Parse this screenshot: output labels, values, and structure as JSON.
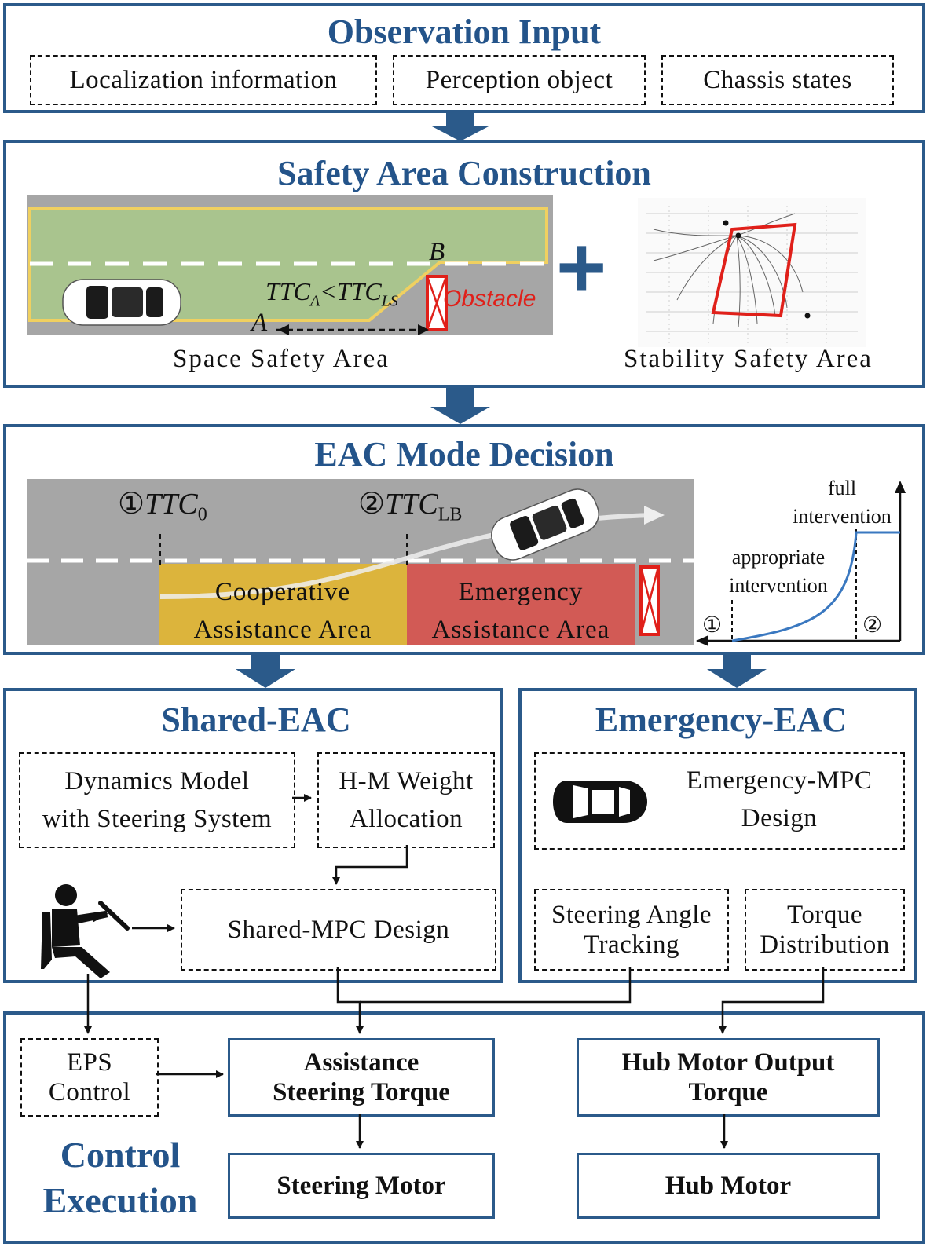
{
  "observation": {
    "title": "Observation Input",
    "inputs": [
      "Localization information",
      "Perception object",
      "Chassis states"
    ]
  },
  "safety": {
    "title": "Safety Area Construction",
    "point_a": "A",
    "point_b": "B",
    "ttc_condition": {
      "base": "TTC",
      "sub_a": "A",
      "op": "<",
      "base2": "TTC",
      "sub_ls": "LS"
    },
    "obstacle_label": "Obstacle",
    "space_label": "Space Safety Area",
    "plus": "+",
    "stability_label": "Stability Safety Area"
  },
  "mode": {
    "title": "EAC Mode Decision",
    "ttc0": {
      "num": "①",
      "base": "TTC",
      "sub": "0"
    },
    "ttclb": {
      "num": "②",
      "base": "TTC",
      "sub": "LB"
    },
    "cooperative": "Cooperative\nAssistance Area",
    "emergency": "Emergency\nAssistance Area",
    "curve": {
      "full": "full\nintervention",
      "appropriate": "appropriate\nintervention",
      "m1": "①",
      "m2": "②"
    }
  },
  "shared": {
    "title": "Shared-EAC",
    "dynamics": "Dynamics Model\nwith Steering System",
    "hm": "H-M Weight\nAllocation",
    "mpc": "Shared-MPC Design"
  },
  "emergency_eac": {
    "title": "Emergency-EAC",
    "mpc": "Emergency-MPC\nDesign",
    "steering": "Steering Angle\nTracking",
    "torque": "Torque\nDistribution"
  },
  "control": {
    "title": "Control\nExecution",
    "eps": "EPS\nControl",
    "assist": "Assistance\nSteering Torque",
    "steer_motor": "Steering Motor",
    "hub_out": "Hub Motor Output\nTorque",
    "hub_motor": "Hub Motor"
  },
  "colors": {
    "panel_border": "#2b5a8a",
    "title": "#24548a",
    "arrow": "#2b5a8a",
    "road": "#a6a6a6",
    "safe_area": "#a9c48e",
    "safe_border": "#f0d060",
    "cooperative": "#dcb43c",
    "emergency": "#d25a55",
    "obstacle": "#e0201a",
    "curve": "#3a78c0"
  },
  "icons": [
    "car-icon",
    "driver-icon",
    "obstacle-icon",
    "arrow-down-icon"
  ]
}
